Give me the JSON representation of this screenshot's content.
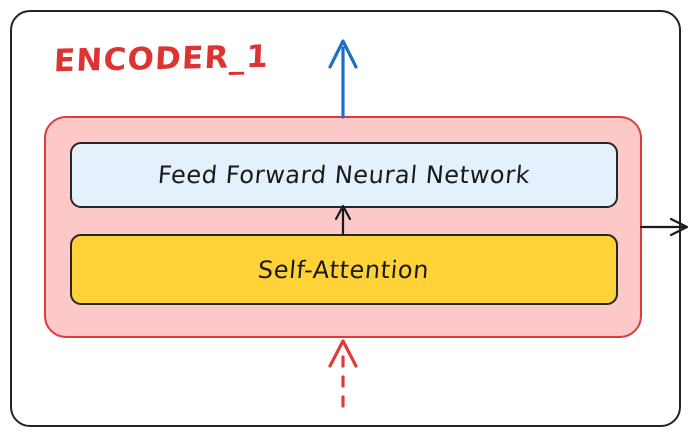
{
  "diagram": {
    "title": "ENCODER_1",
    "title_color": "#DC3433",
    "outer_frame": {
      "name": "encoder-outer-frame",
      "border_color": "#232323"
    },
    "encoder_body": {
      "fill": "#FCC8C8",
      "border_color": "#DE3B3B"
    },
    "sublayers": [
      {
        "label": "Feed Forward Neural Network",
        "fill": "#E4F1FC",
        "border_color": "#262626"
      },
      {
        "label": "Self-Attention",
        "fill": "#FFD338",
        "border_color": "#262626"
      }
    ],
    "arrows": [
      {
        "name": "output-arrow-up",
        "color": "#1F6FC4",
        "style": "solid",
        "direction": "up"
      },
      {
        "name": "between-sublayers-arrow",
        "color": "#1a1a1a",
        "style": "solid",
        "direction": "up"
      },
      {
        "name": "input-arrow-dashed",
        "color": "#E03A3A",
        "style": "dashed",
        "direction": "up"
      },
      {
        "name": "side-output-arrow-right",
        "color": "#1a1a1a",
        "style": "solid",
        "direction": "right"
      }
    ]
  }
}
